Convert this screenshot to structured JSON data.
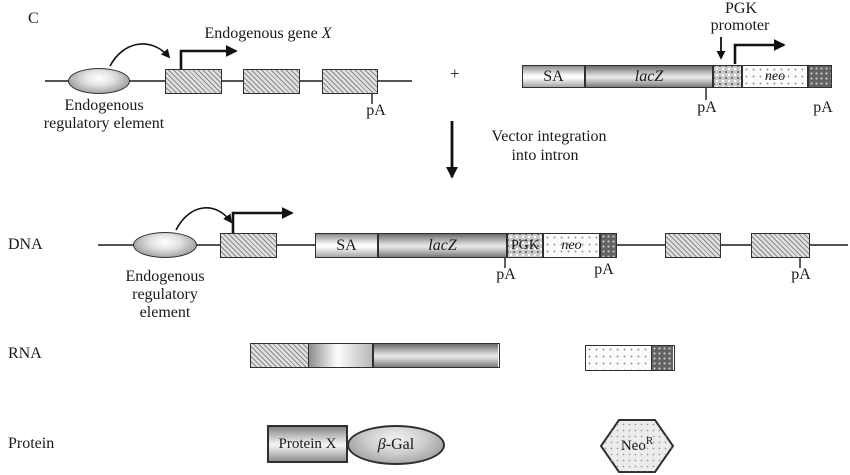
{
  "panel": {
    "label": "C"
  },
  "labels": {
    "pa": "pA",
    "plus": "+"
  },
  "rows": {
    "dna": "DNA",
    "rna": "RNA",
    "protein": "Protein"
  },
  "top_gene": {
    "title_roman": "Endogenous gene ",
    "title_italic": "X",
    "caption_line1": "Endogenous",
    "caption_line2": "regulatory element"
  },
  "vector": {
    "promoter_line1": "PGK",
    "promoter_line2": "promoter",
    "sa": "SA",
    "lacz": "lacZ",
    "neo": "neo"
  },
  "integration": {
    "line1": "Vector integration",
    "line2": "into intron"
  },
  "dna": {
    "caption_line1": "Endogenous",
    "caption_line2": "regulatory",
    "caption_line3": "element",
    "sa": "SA",
    "lacz": "lacZ",
    "pgk": "PGK",
    "neo": "neo"
  },
  "protein": {
    "protein_x": "Protein X",
    "beta": "β",
    "gal": "-Gal",
    "neo_base": "Neo",
    "neo_sup": "R"
  },
  "colors": {
    "ink": "#1a1a1a",
    "box_border": "#2f2f2f",
    "fill_light": "#e0e0e0",
    "fill_dark": "#626262"
  }
}
